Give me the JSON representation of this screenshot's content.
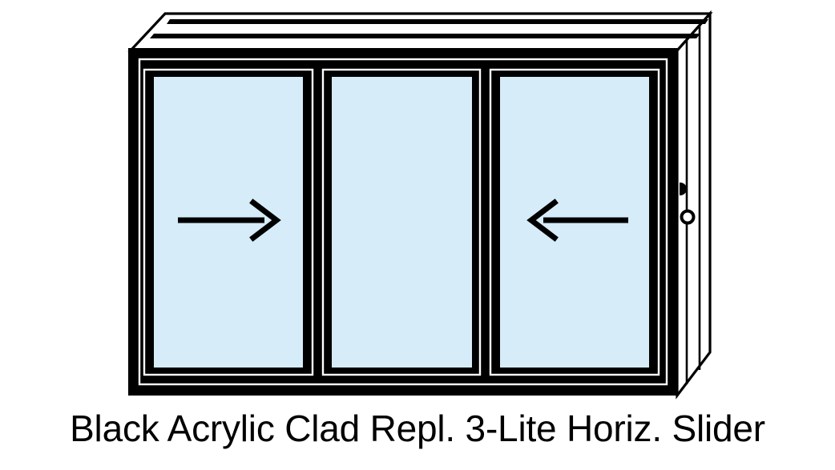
{
  "caption": {
    "text": "Black Acrylic Clad Repl. 3-Lite Horiz. Slider"
  },
  "product": {
    "name": "Black Acrylic Clad Repl. 3-Lite Horiz. Slider",
    "type": "horizontal-slider-window",
    "lite_count": 3,
    "frame_finish": "Black Acrylic Clad",
    "view": "3D perspective, front-left"
  },
  "colors": {
    "frame": "#000000",
    "glass": "#d6ecf8",
    "glass_center": "#d6ecf8",
    "separator_line": "#ffffff",
    "outline": "#000000",
    "side_panel": "#ffffff",
    "background": "#ffffff",
    "caption_text": "#000000"
  },
  "panes": [
    {
      "id": "left-sash",
      "position": "left",
      "operation": "sliding",
      "arrow": "right-arrow",
      "arrow_glyph": "→",
      "glass_color": "#d6ecf8"
    },
    {
      "id": "center-lite",
      "position": "center",
      "operation": "fixed",
      "arrow": "none",
      "arrow_glyph": "",
      "glass_color": "#d6ecf8"
    },
    {
      "id": "right-sash",
      "position": "right",
      "operation": "sliding",
      "arrow": "left-arrow",
      "arrow_glyph": "←",
      "glass_color": "#d6ecf8"
    }
  ],
  "hardware": [
    {
      "id": "upper-latch",
      "shape": "half-circle",
      "location": "right-side-panel-upper"
    },
    {
      "id": "lower-lock",
      "shape": "ring",
      "location": "right-side-panel-lower"
    }
  ],
  "geometry": {
    "top_perspective_depth": 48,
    "side_panel_depth": 70,
    "frame_thickness": 18
  }
}
